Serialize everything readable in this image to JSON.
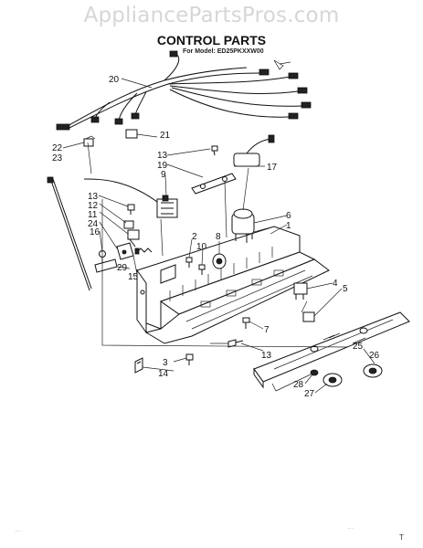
{
  "watermark": "AppliancePartsPros.com",
  "title": "CONTROL PARTS",
  "model_line": "For Model: ED25PKXXW00",
  "corner_left": "...",
  "corner_right": "...",
  "corner_mark": "T",
  "callouts": [
    {
      "id": "20",
      "text": "20"
    },
    {
      "id": "21",
      "text": "21"
    },
    {
      "id": "22",
      "text": "22"
    },
    {
      "id": "23",
      "text": "23"
    },
    {
      "id": "13a",
      "text": "13"
    },
    {
      "id": "19",
      "text": "19"
    },
    {
      "id": "17",
      "text": "17"
    },
    {
      "id": "9",
      "text": "9"
    },
    {
      "id": "13b",
      "text": "13"
    },
    {
      "id": "12",
      "text": "12"
    },
    {
      "id": "11",
      "text": "11"
    },
    {
      "id": "24",
      "text": "24"
    },
    {
      "id": "16",
      "text": "16"
    },
    {
      "id": "29",
      "text": "29"
    },
    {
      "id": "15",
      "text": "15"
    },
    {
      "id": "2",
      "text": "2"
    },
    {
      "id": "10",
      "text": "10"
    },
    {
      "id": "8",
      "text": "8"
    },
    {
      "id": "6",
      "text": "6"
    },
    {
      "id": "1",
      "text": "1"
    },
    {
      "id": "4",
      "text": "4"
    },
    {
      "id": "5",
      "text": "5"
    },
    {
      "id": "7",
      "text": "7"
    },
    {
      "id": "13c",
      "text": "13"
    },
    {
      "id": "3",
      "text": "3"
    },
    {
      "id": "14",
      "text": "14"
    },
    {
      "id": "25",
      "text": "25"
    },
    {
      "id": "26",
      "text": "26"
    },
    {
      "id": "28",
      "text": "28"
    },
    {
      "id": "27",
      "text": "27"
    }
  ]
}
